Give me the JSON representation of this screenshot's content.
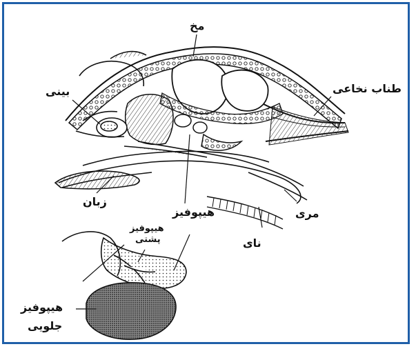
{
  "labels": {
    "brain": "مخ",
    "nose": "بینی",
    "spinal_cord": "طناب نخاعی",
    "tongue": "زبان",
    "hypophysis": "هیپوفیز",
    "esophagus": "مری",
    "trachea": "نای",
    "posterior_hypophysis_line1": "هیپوفیز",
    "posterior_hypophysis_line2": "پشتی",
    "anterior_hypophysis_line1": "هیپوفیز",
    "anterior_hypophysis_line2": "جلویی"
  },
  "colors": {
    "frame_border": "#1f5fa8",
    "ink": "#111111"
  }
}
